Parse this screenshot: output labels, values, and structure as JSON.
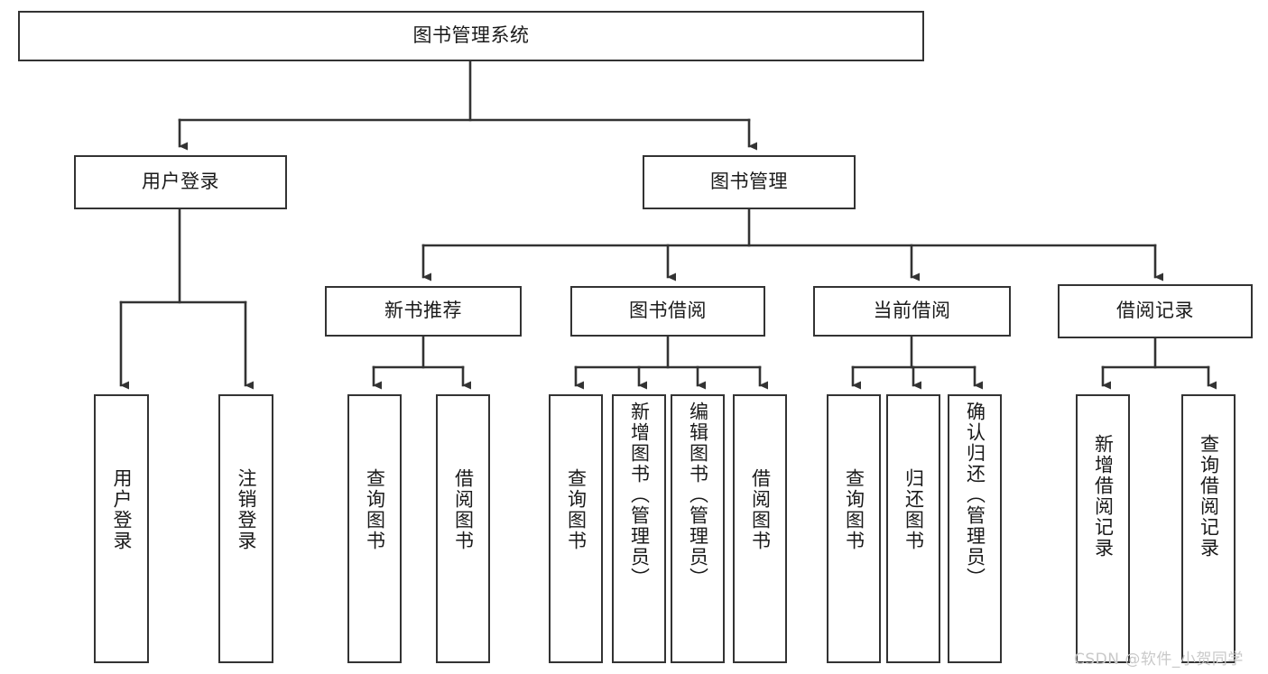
{
  "diagram": {
    "type": "tree-hierarchy-chart",
    "title": "图书管理系统",
    "colors": {
      "stroke": "#333333",
      "box_fill": "#ffffff",
      "text": "#1a1a1a",
      "background": "#ffffff",
      "watermark": "#c9c9c9"
    },
    "levels": {
      "root": {
        "label": "图书管理系统"
      },
      "level2": [
        {
          "label": "用户登录"
        },
        {
          "label": "图书管理"
        }
      ],
      "level3": [
        {
          "label": "新书推荐"
        },
        {
          "label": "图书借阅"
        },
        {
          "label": "当前借阅"
        },
        {
          "label": "借阅记录"
        }
      ],
      "leaves": {
        "user_login": [
          {
            "label": "用户登录"
          },
          {
            "label": "注销登录"
          }
        ],
        "new_book_recommend": [
          {
            "label": "查询图书"
          },
          {
            "label": "借阅图书"
          }
        ],
        "book_borrow": [
          {
            "label": "查询图书"
          },
          {
            "label": "新增图书（管理员）"
          },
          {
            "label": "编辑图书（管理员）"
          },
          {
            "label": "借阅图书"
          }
        ],
        "current_borrow": [
          {
            "label": "查询图书"
          },
          {
            "label": "归还图书"
          },
          {
            "label": "确认归还（管理员）"
          }
        ],
        "borrow_record": [
          {
            "label": "新增借阅记录"
          },
          {
            "label": "查询借阅记录"
          }
        ]
      }
    },
    "watermark": "CSDN @软件_小贺同学"
  }
}
